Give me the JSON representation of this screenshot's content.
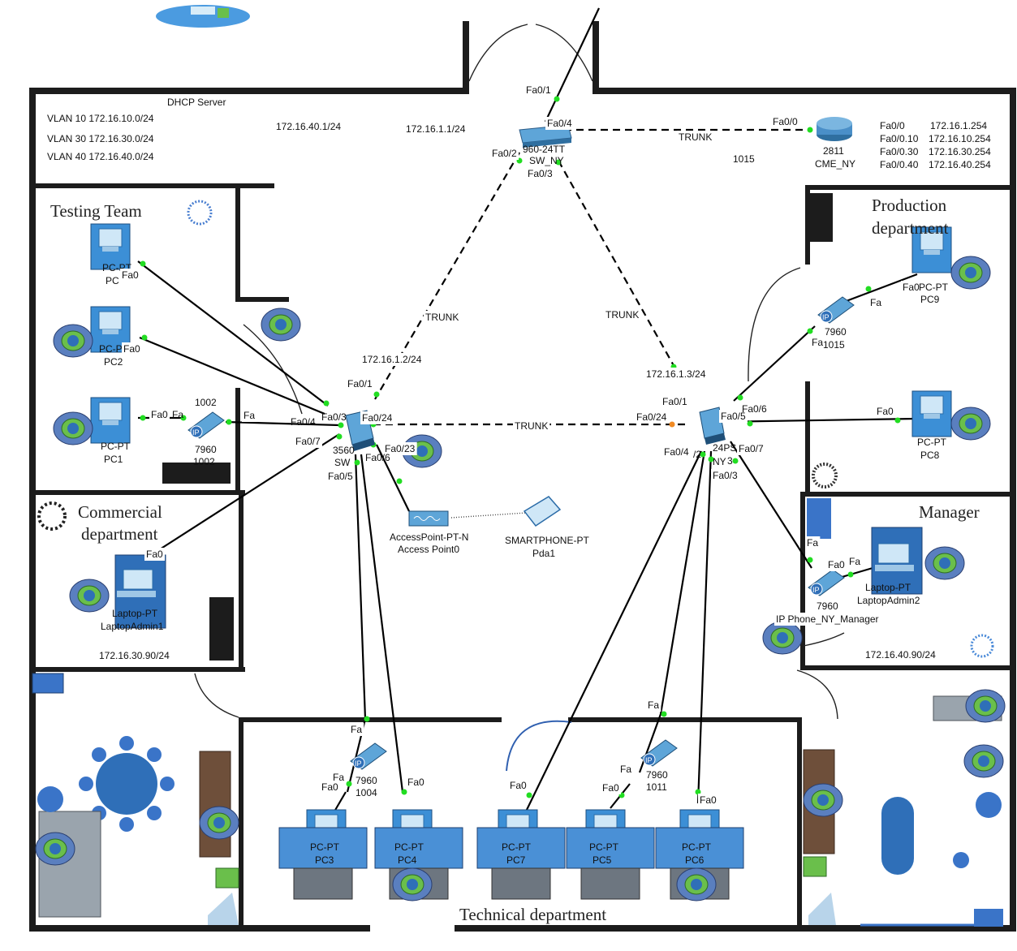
{
  "rooms": {
    "testing": "Testing Team",
    "production": "Production department",
    "commercial": "Commercial department",
    "manager": "Manager",
    "technical": "Technical department"
  },
  "server_room": {
    "dhcp": "DHCP Server",
    "vlans": [
      "VLAN 10 172.16.10.0/24",
      "VLAN 30 172.16.30.0/24",
      "VLAN 40 172.16.40.0/24"
    ],
    "ip_a": "172.16.40.1/24",
    "ip_b": "172.16.1.1/24",
    "phone_number": "1015"
  },
  "router": {
    "model": "2811",
    "name": "CME_NY",
    "port": "Fa0/0",
    "table": [
      {
        "iface": "Fa0/0",
        "ip": "172.16.1.254"
      },
      {
        "iface": "Fa0/0.10",
        "ip": "172.16.10.254"
      },
      {
        "iface": "Fa0/0.30",
        "ip": "172.16.30.254"
      },
      {
        "iface": "Fa0/0.40",
        "ip": "172.16.40.254"
      }
    ]
  },
  "core_switch": {
    "model": "960-24TT",
    "name": "SW_NY",
    "ports": {
      "p1": "Fa0/1",
      "p4": "Fa0/4",
      "p2": "Fa0/2",
      "p3": "Fa0/3"
    }
  },
  "sw_left": {
    "model": "3560",
    "name": "SW",
    "ip": "172.16.1.2/24",
    "ports": {
      "p1": "Fa0/1",
      "p3": "Fa0/3",
      "p4": "Fa0/4",
      "p7": "Fa0/7",
      "p24": "Fa0/24",
      "p23": "Fa0/23",
      "p6": "Fa0/6",
      "p5": "Fa0/5"
    }
  },
  "sw_right": {
    "model": "24PS",
    "name": "NY",
    "ip": "172.16.1.3/24",
    "ports": {
      "p1": "Fa0/1",
      "p24": "Fa0/24",
      "p5": "Fa0/5",
      "p6": "Fa0/6",
      "p4": "Fa0/4",
      "p2": "/2",
      "p7": "Fa0/7",
      "p3": "Fa0/3",
      "p3b": "3"
    }
  },
  "links": {
    "trunk": "TRUNK"
  },
  "devices": {
    "pc_pt": "PC-PT",
    "pc": "PC",
    "pc1": "PC1",
    "pc2": "PC2",
    "pc3": "PC3",
    "pc4": "PC4",
    "pc5": "PC5",
    "pc6": "PC6",
    "pc7": "PC7",
    "pc8": "PC8",
    "pc9": "PC9",
    "fa0": "Fa0",
    "fa": "Fa",
    "phone_model": "7960",
    "phone_1002": "1002",
    "phone_1004": "1004",
    "phone_1011": "1011",
    "phone_1015": "1015",
    "phone_manager": "IP Phone_NY_Manager",
    "laptop_pt": "Laptop-PT",
    "laptop1": "LaptopAdmin1",
    "laptop2": "LaptopAdmin2",
    "ap_model": "AccessPoint-PT-N",
    "ap_name": "Access Point0",
    "smartphone": "SMARTPHONE-PT",
    "pda": "Pda1"
  },
  "subnets": {
    "commercial": "172.16.30.90/24",
    "manager": "172.16.40.90/24"
  }
}
